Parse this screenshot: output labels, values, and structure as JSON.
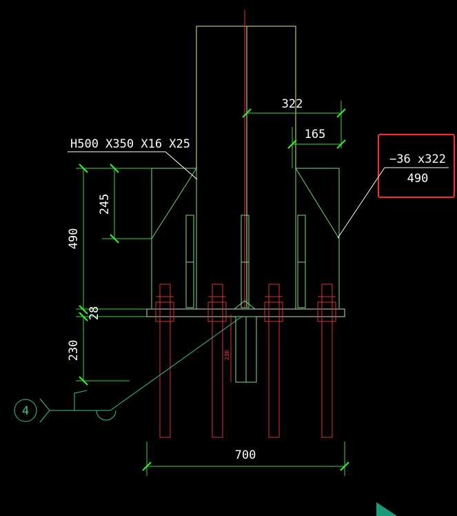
{
  "colors": {
    "background": "#000000",
    "column": "#e8e87a",
    "plate": "#7fe07f",
    "stiffener": "#6fd66f",
    "bolt": "#e03030",
    "centerline": "#e03030",
    "dimension": "#39d839",
    "leader": "#30c88a",
    "text": "#ffffff",
    "highlight_box": "#ff2a2a",
    "dim_tick": "#33ee33"
  },
  "labels": {
    "section": "H500 X350 X16 X25",
    "plate_thickness": "−36 x322",
    "plate_height": "490",
    "detail_number": "4",
    "small_vertical": "230"
  },
  "dimensions": {
    "top_half_width": "322",
    "top_offset": "165",
    "left_total": "490",
    "left_upper": "245",
    "base_thickness": "28",
    "embed_depth": "230",
    "bottom_width": "700"
  }
}
